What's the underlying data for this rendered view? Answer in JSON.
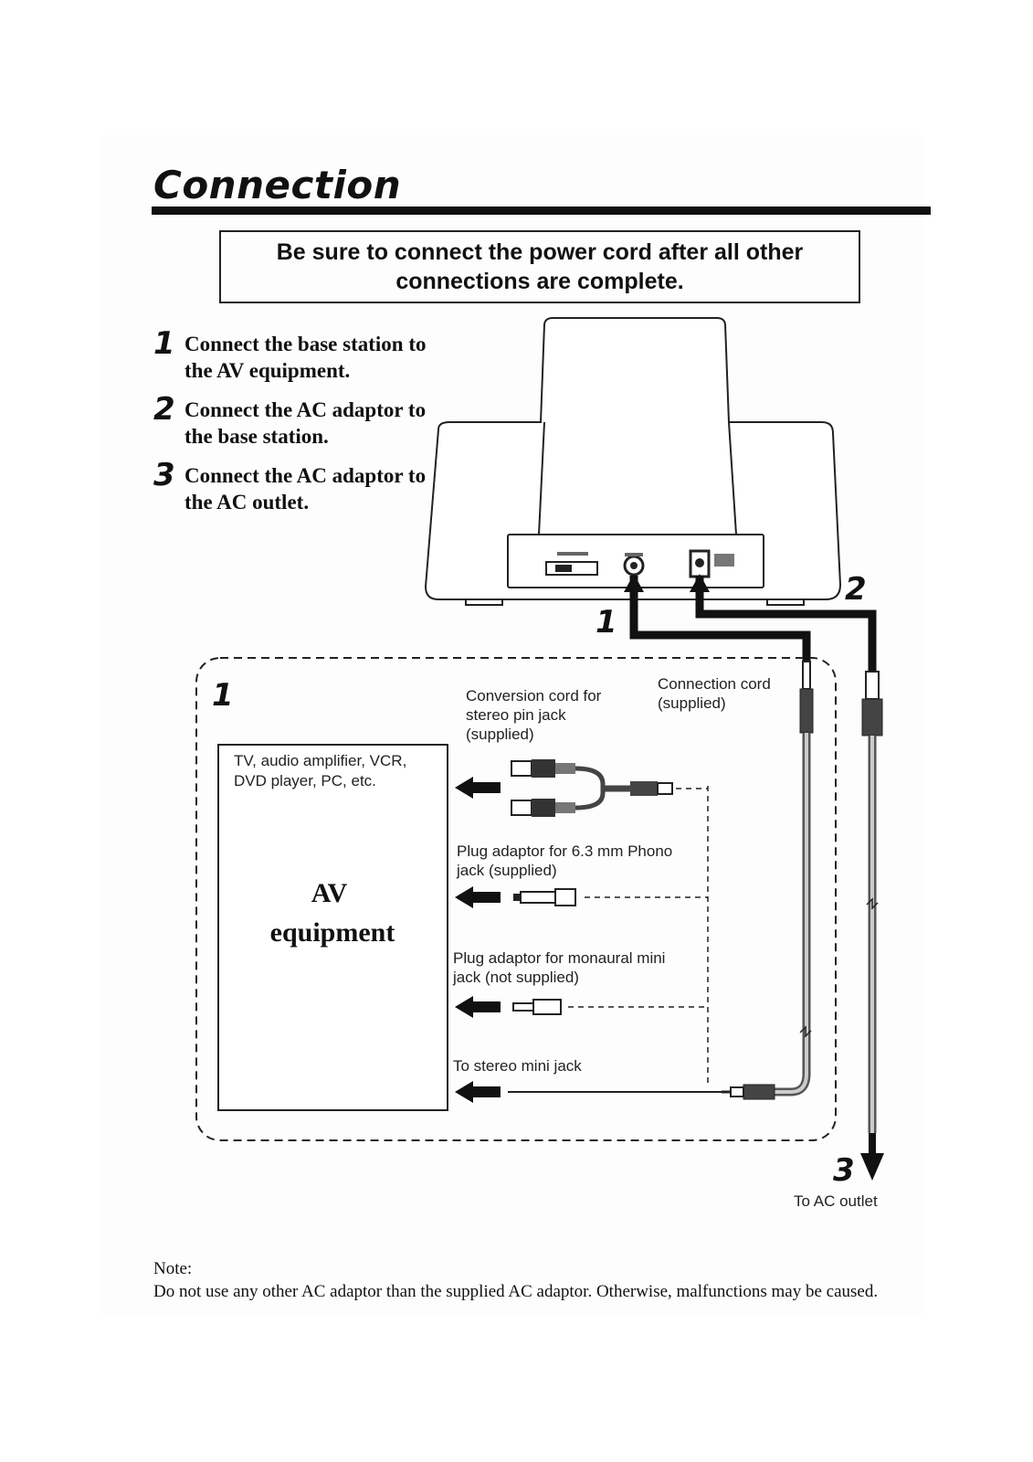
{
  "title": "Connection",
  "warning": "Be sure to connect the power cord after all other connections are complete.",
  "steps": [
    {
      "num": "1",
      "text": "Connect the base station to the AV equipment."
    },
    {
      "num": "2",
      "text": "Connect the AC adaptor to the base station."
    },
    {
      "num": "3",
      "text": "Connect the AC adaptor to the AC outlet."
    }
  ],
  "diagram": {
    "callout_1": "1",
    "callout_2": "2",
    "callout_3": "3",
    "inset_number": "1",
    "conversion_cord_lines": [
      "Conversion cord for",
      "stereo pin jack",
      "(supplied)"
    ],
    "connection_cord_lines": [
      "Connection cord",
      "(supplied)"
    ],
    "av_box_caption_lines": [
      "TV, audio amplifier, VCR,",
      "DVD player, PC, etc."
    ],
    "av_label_lines": [
      "AV",
      "equipment"
    ],
    "phono_adaptor_lines": [
      "Plug adaptor for 6.3 mm Phono",
      "jack (supplied)"
    ],
    "mono_adaptor_lines": [
      "Plug adaptor for monaural mini",
      "jack (not supplied)"
    ],
    "stereo_mini_jack": "To stereo mini jack",
    "to_ac_outlet": "To AC outlet"
  },
  "note": {
    "heading": "Note:",
    "body": "Do not use any other AC adaptor than the supplied AC adaptor. Otherwise, malfunctions may be caused."
  }
}
